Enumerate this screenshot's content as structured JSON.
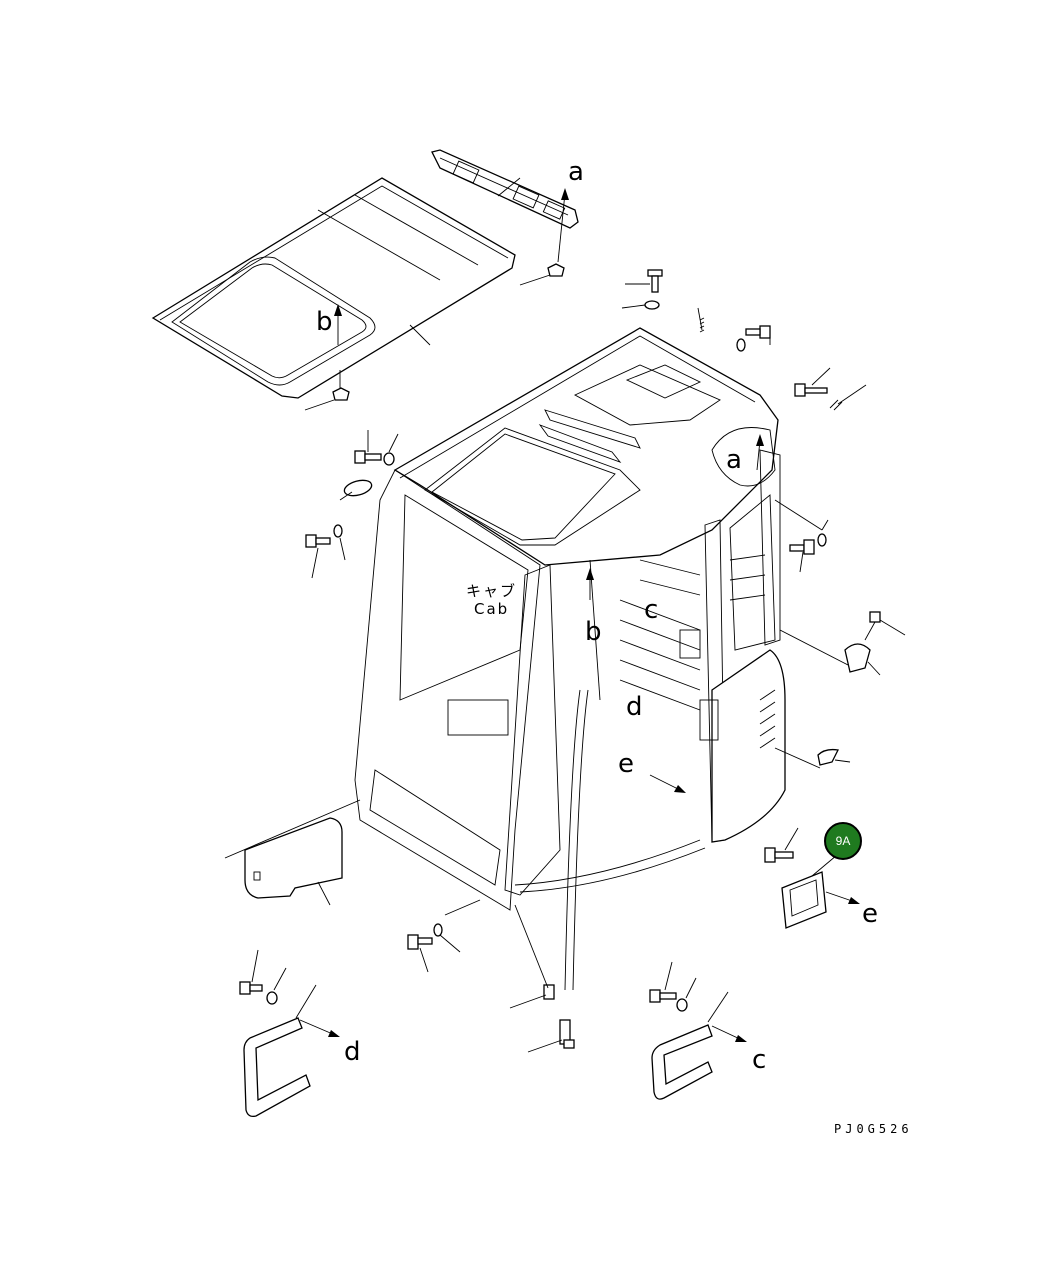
{
  "diagram": {
    "drawing_code": "PJ0G526",
    "cab_label_jp": "キャブ",
    "cab_label_en": "Cab",
    "reference_letters": {
      "a_top": "a",
      "a_cab": "a",
      "b_roof": "b",
      "b_cab": "b",
      "c_cab": "c",
      "c_bottom": "c",
      "d_cab": "d",
      "d_bottom": "d",
      "e_cab": "e",
      "e_right": "e"
    },
    "callout": {
      "label": "9A",
      "color": "#1f7a1f"
    }
  }
}
